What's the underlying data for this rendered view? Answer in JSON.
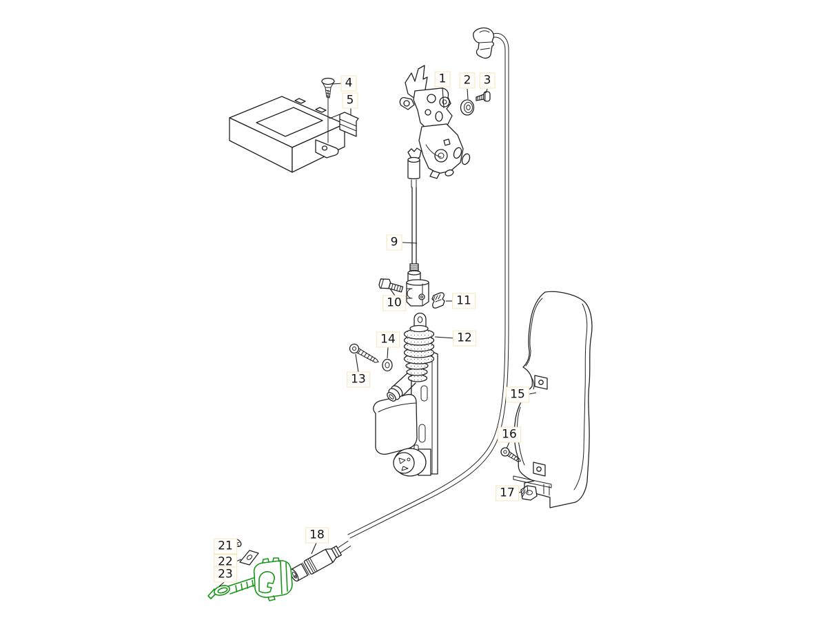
{
  "diagram": {
    "background_color": "#ffffff",
    "line_color": "#1f1f1f",
    "highlight_color": "#169416",
    "label_box_border_color": "#f3e6bd",
    "label_text_color": "#111111",
    "labels": {
      "p1": "1",
      "p2": "2",
      "p3": "3",
      "p4": "4",
      "p5": "5",
      "p9": "9",
      "p10": "10",
      "p11": "11",
      "p12": "12",
      "p13": "13",
      "p14": "14",
      "p15": "15",
      "p16": "16",
      "p17": "17",
      "p18": "18",
      "p21": "21",
      "p22": "22",
      "p23": "23"
    }
  }
}
